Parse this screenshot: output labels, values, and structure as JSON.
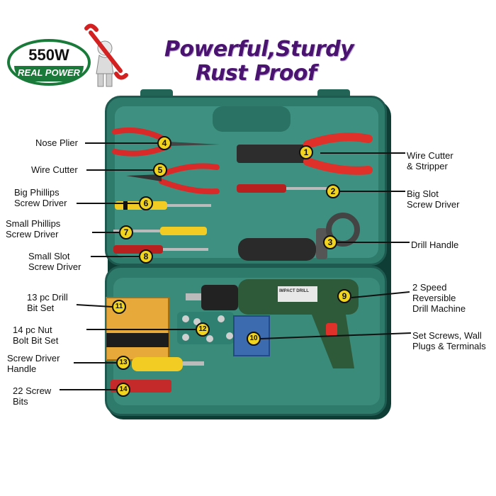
{
  "badge": {
    "line1": "550W",
    "line2": "REAL POWER"
  },
  "heading": {
    "line1": "Powerful,Sturdy",
    "line2": "Rust Proof"
  },
  "callouts": [
    {
      "num": "1",
      "label": "Wire Cutter & Stripper"
    },
    {
      "num": "2",
      "label": "Big Slot Screw Driver"
    },
    {
      "num": "3",
      "label": "Drill Handle"
    },
    {
      "num": "4",
      "label": "Nose Plier"
    },
    {
      "num": "5",
      "label": "Wire Cutter"
    },
    {
      "num": "6",
      "label": "Big Phillips Screw Driver"
    },
    {
      "num": "7",
      "label": "Small Phillips Screw Driver"
    },
    {
      "num": "8",
      "label": "Small Slot Screw Driver"
    },
    {
      "num": "9",
      "label": "2 Speed Reversible Drill Machine"
    },
    {
      "num": "10",
      "label": "Set Screws, Wall Plugs & Terminals"
    },
    {
      "num": "11",
      "label": "13 pc Drill Bit Set"
    },
    {
      "num": "12",
      "label": "14 pc Nut Bolt Bit Set"
    },
    {
      "num": "13",
      "label": "Screw Driver Handle"
    },
    {
      "num": "14",
      "label": "22 Screw Bits"
    }
  ],
  "label_lines": {
    "c1": [
      "Wire Cutter",
      "& Stripper"
    ],
    "c2": [
      "Big Slot",
      "Screw Driver"
    ],
    "c3": [
      "Drill Handle"
    ],
    "c4": [
      "Nose Plier"
    ],
    "c5": [
      "Wire Cutter"
    ],
    "c6": [
      "Big Phillips",
      "Screw Driver"
    ],
    "c7": [
      "Small Phillips",
      "Screw Driver"
    ],
    "c8": [
      "Small Slot",
      "Screw Driver"
    ],
    "c9": [
      "2 Speed",
      "Reversible",
      "Drill Machine"
    ],
    "c10": [
      "Set Screws, Wall",
      "Plugs & Terminals"
    ],
    "c11": [
      "13 pc Drill",
      "Bit Set"
    ],
    "c12": [
      "14 pc Nut",
      "Bolt Bit Set"
    ],
    "c13": [
      "Screw Driver",
      "Handle"
    ],
    "c14": [
      "22 Screw",
      "Bits"
    ]
  },
  "drill_label": "IMPACT DRILL",
  "colors": {
    "case": "#2e7b6c",
    "heading": "#4a1370",
    "callout_fill": "#f1d420",
    "badge_green": "#1a7a3a",
    "grip_red": "#e0302a"
  }
}
